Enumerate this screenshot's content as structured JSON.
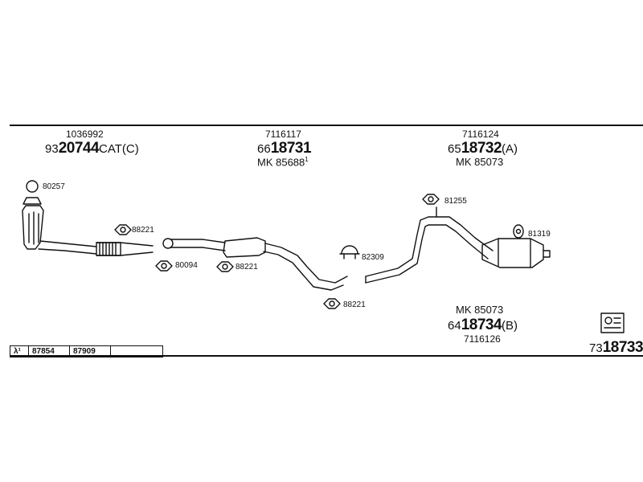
{
  "header_line": true,
  "groups": {
    "g1": {
      "oe": "1036992",
      "prefix": "93",
      "num": "20744",
      "suffix": "CAT(C)"
    },
    "g2": {
      "oe": "7116117",
      "prefix": "66",
      "num": "18731",
      "mk": "MK 85688",
      "sup": "1"
    },
    "g3": {
      "oe": "7116124",
      "prefix": "65",
      "num": "18732",
      "suffix": "(A)",
      "mk": "MK 85073"
    },
    "g4": {
      "mk": "MK 85073",
      "prefix": "64",
      "num": "18734",
      "suffix": "(B)",
      "oe": "7116126"
    },
    "main": {
      "prefix": "73",
      "num": "18733"
    }
  },
  "part_tags": {
    "t80257": "80257",
    "t88221a": "88221",
    "t80094": "80094",
    "t88221b": "88221",
    "t82309": "82309",
    "t88221c": "88221",
    "t81255": "81255",
    "t81319": "81319"
  },
  "lambda_box": {
    "symbol": "λ¹",
    "values": [
      "87854",
      "87909",
      ""
    ]
  },
  "icons": [
    "clamp-icon",
    "ring-icon",
    "gasket-icon",
    "hanger-icon",
    "catalyst-icon",
    "muffler-icon",
    "parts-box-icon"
  ]
}
